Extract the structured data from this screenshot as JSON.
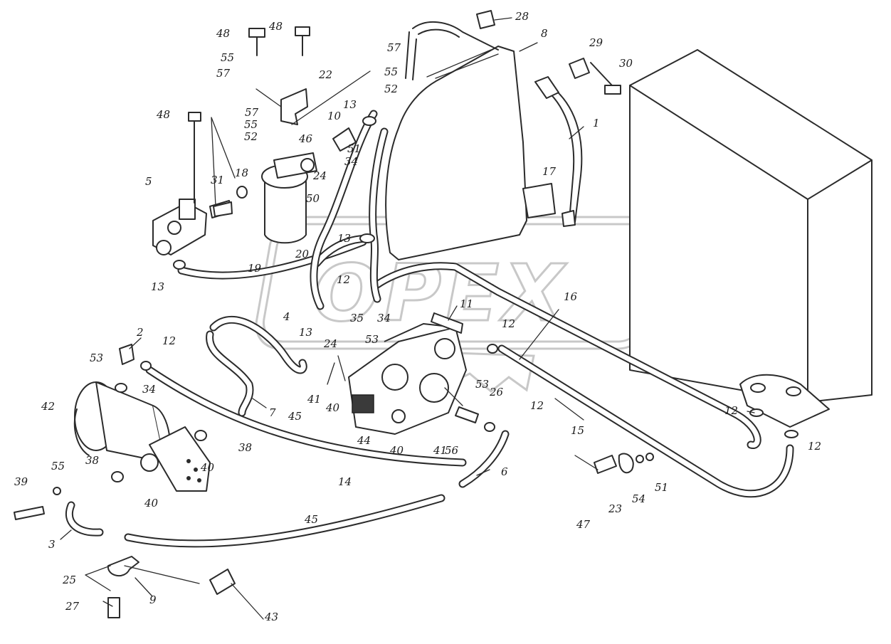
{
  "diagram": {
    "watermark": "OPEX",
    "callouts": [
      {
        "id": "c1",
        "text": "1"
      },
      {
        "id": "c2",
        "text": "2"
      },
      {
        "id": "c3",
        "text": "3"
      },
      {
        "id": "c4",
        "text": "4"
      },
      {
        "id": "c5",
        "text": "5"
      },
      {
        "id": "c6",
        "text": "6"
      },
      {
        "id": "c7",
        "text": "7"
      },
      {
        "id": "c8",
        "text": "8"
      },
      {
        "id": "c9",
        "text": "9"
      },
      {
        "id": "c10",
        "text": "10"
      },
      {
        "id": "c11",
        "text": "11"
      },
      {
        "id": "c12a",
        "text": "12"
      },
      {
        "id": "c12b",
        "text": "12"
      },
      {
        "id": "c12c",
        "text": "12"
      },
      {
        "id": "c12d",
        "text": "12"
      },
      {
        "id": "c12e",
        "text": "12"
      },
      {
        "id": "c12f",
        "text": "12"
      },
      {
        "id": "c13a",
        "text": "13"
      },
      {
        "id": "c13b",
        "text": "13"
      },
      {
        "id": "c13c",
        "text": "13"
      },
      {
        "id": "c13d",
        "text": "13"
      },
      {
        "id": "c14",
        "text": "14"
      },
      {
        "id": "c15",
        "text": "15"
      },
      {
        "id": "c16",
        "text": "16"
      },
      {
        "id": "c17",
        "text": "17"
      },
      {
        "id": "c18",
        "text": "18"
      },
      {
        "id": "c19",
        "text": "19"
      },
      {
        "id": "c20",
        "text": "20"
      },
      {
        "id": "c22",
        "text": "22"
      },
      {
        "id": "c23",
        "text": "23"
      },
      {
        "id": "c24",
        "text": "24"
      },
      {
        "id": "c24b",
        "text": "24"
      },
      {
        "id": "c25",
        "text": "25"
      },
      {
        "id": "c26",
        "text": "26"
      },
      {
        "id": "c27",
        "text": "27"
      },
      {
        "id": "c28",
        "text": "28"
      },
      {
        "id": "c29",
        "text": "29"
      },
      {
        "id": "c30",
        "text": "30"
      },
      {
        "id": "c31",
        "text": "31"
      },
      {
        "id": "c34a",
        "text": "34"
      },
      {
        "id": "c34b",
        "text": "34"
      },
      {
        "id": "c34c",
        "text": "34"
      },
      {
        "id": "c35",
        "text": "35"
      },
      {
        "id": "c38a",
        "text": "38"
      },
      {
        "id": "c38b",
        "text": "38"
      },
      {
        "id": "c39",
        "text": "39"
      },
      {
        "id": "c40a",
        "text": "40"
      },
      {
        "id": "c40b",
        "text": "40"
      },
      {
        "id": "c40c",
        "text": "40"
      },
      {
        "id": "c40d",
        "text": "40"
      },
      {
        "id": "c41a",
        "text": "41"
      },
      {
        "id": "c41b",
        "text": "41"
      },
      {
        "id": "c42",
        "text": "42"
      },
      {
        "id": "c43",
        "text": "43"
      },
      {
        "id": "c44",
        "text": "44"
      },
      {
        "id": "c45a",
        "text": "45"
      },
      {
        "id": "c45b",
        "text": "45"
      },
      {
        "id": "c46",
        "text": "46"
      },
      {
        "id": "c47",
        "text": "47"
      },
      {
        "id": "c48a",
        "text": "48"
      },
      {
        "id": "c48b",
        "text": "48"
      },
      {
        "id": "c48c",
        "text": "48"
      },
      {
        "id": "c50",
        "text": "50"
      },
      {
        "id": "c51a",
        "text": "51"
      },
      {
        "id": "c51b",
        "text": "51"
      },
      {
        "id": "c52a",
        "text": "52"
      },
      {
        "id": "c52b",
        "text": "52"
      },
      {
        "id": "c53a",
        "text": "53"
      },
      {
        "id": "c53b",
        "text": "53"
      },
      {
        "id": "c53c",
        "text": "53"
      },
      {
        "id": "c54",
        "text": "54"
      },
      {
        "id": "c55a",
        "text": "55"
      },
      {
        "id": "c55b",
        "text": "55"
      },
      {
        "id": "c55c",
        "text": "55"
      },
      {
        "id": "c55d",
        "text": "55"
      },
      {
        "id": "c56",
        "text": "56"
      },
      {
        "id": "c57a",
        "text": "57"
      },
      {
        "id": "c57b",
        "text": "57"
      },
      {
        "id": "c57c",
        "text": "57"
      }
    ]
  }
}
